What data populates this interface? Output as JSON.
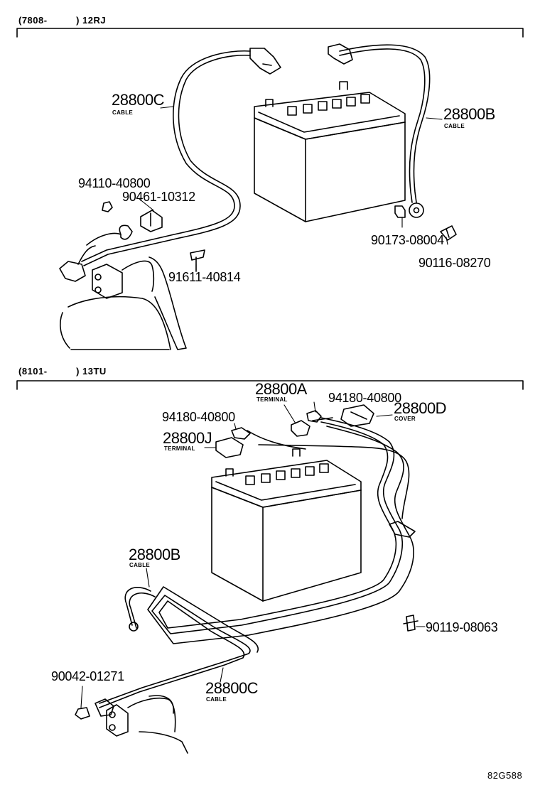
{
  "sections": [
    {
      "header": "(7808-　　　) 12RJ",
      "labels": [
        {
          "part": "28800C",
          "desc": "CABLE"
        },
        {
          "part": "28800B",
          "desc": "CABLE"
        },
        {
          "part": "94110-40800"
        },
        {
          "part": "90461-10312"
        },
        {
          "part": "90173-08004"
        },
        {
          "part": "90116-08270"
        },
        {
          "part": "91611-40814"
        }
      ]
    },
    {
      "header": "(8101-　　　) 13TU",
      "labels": [
        {
          "part": "28800A",
          "desc": "TERMINAL"
        },
        {
          "part": "94180-40800"
        },
        {
          "part": "28800D",
          "desc": "COVER"
        },
        {
          "part": "94180-40800"
        },
        {
          "part": "28800J",
          "desc": "TERMINAL"
        },
        {
          "part": "28800B",
          "desc": "CABLE"
        },
        {
          "part": "90119-08063"
        },
        {
          "part": "90042-01271"
        },
        {
          "part": "28800C",
          "desc": "CABLE"
        }
      ]
    }
  ],
  "diagram_code": "82G588"
}
